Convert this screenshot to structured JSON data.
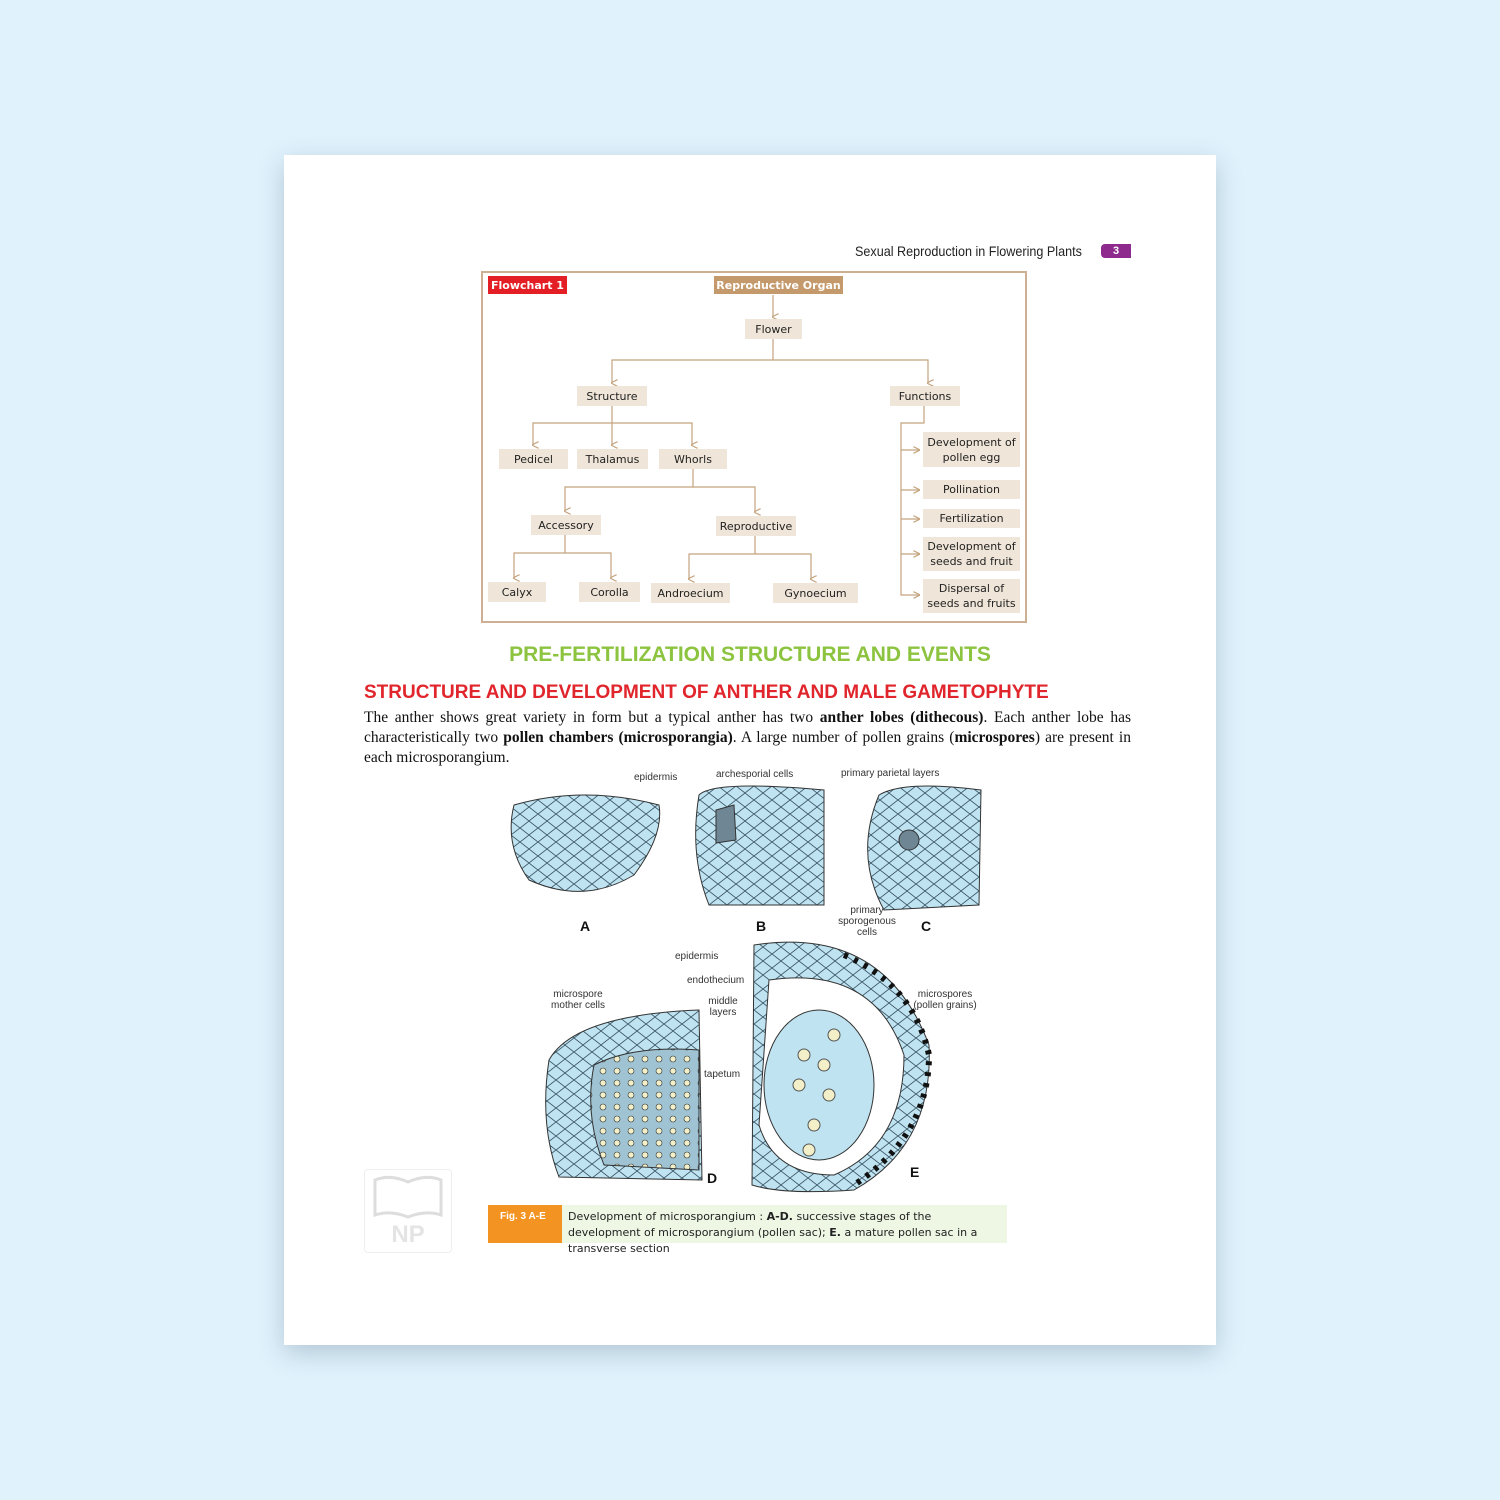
{
  "header": {
    "title": "Sexual Reproduction in Flowering Plants",
    "page_number": "3",
    "accent": "#8e2a8e"
  },
  "flowchart": {
    "label": "Flowchart 1",
    "root": "Reproductive Organ",
    "flower": "Flower",
    "structure": "Structure",
    "functions": "Functions",
    "pedicel": "Pedicel",
    "thalamus": "Thalamus",
    "whorls": "Whorls",
    "accessory": "Accessory",
    "reproductive": "Reproductive",
    "calyx": "Calyx",
    "corolla": "Corolla",
    "androecium": "Androecium",
    "gynoecium": "Gynoecium",
    "function_items": [
      "Development of pollen egg",
      "Pollination",
      "Fertilization",
      "Development of seeds and fruit",
      "Dispersal of seeds and fruits"
    ]
  },
  "section_title": "PRE-FERTILIZATION STRUCTURE AND EVENTS",
  "subsection_title": "STRUCTURE AND DEVELOPMENT OF ANTHER AND MALE GAMETOPHYTE",
  "paragraph": {
    "p1": "The anther shows great variety in form but a typical anther has two ",
    "b1": "anther lobes (dithecous)",
    "p2": ". Each anther lobe has characteristically two ",
    "b2": "pollen chambers (microsporangia)",
    "p3": ".  A large number of pollen grains (",
    "b3": "microspores",
    "p4": ") are present in each microsporangium."
  },
  "figure": {
    "labels": {
      "epidermis_a": "epidermis",
      "archesporial": "archesporial cells",
      "parietal": "primary parietal layers",
      "sporogenous": "primary sporogenous cells",
      "epidermis_e": "epidermis",
      "endothecium": "endothecium",
      "middle": "middle layers",
      "mmc": "microspore mother cells",
      "microspores": "microspores (pollen grains)",
      "tapetum": "tapetum"
    },
    "letters": [
      "A",
      "B",
      "C",
      "D",
      "E"
    ],
    "caption_tag": "Fig. 3 A-E",
    "caption_parts": [
      "Development of microsporangium : ",
      "A-D.",
      "successive stages of the development of microsporangium (pollen sac); ",
      "E.",
      "a mature pollen sac in a transverse section"
    ]
  },
  "logo": "NP"
}
